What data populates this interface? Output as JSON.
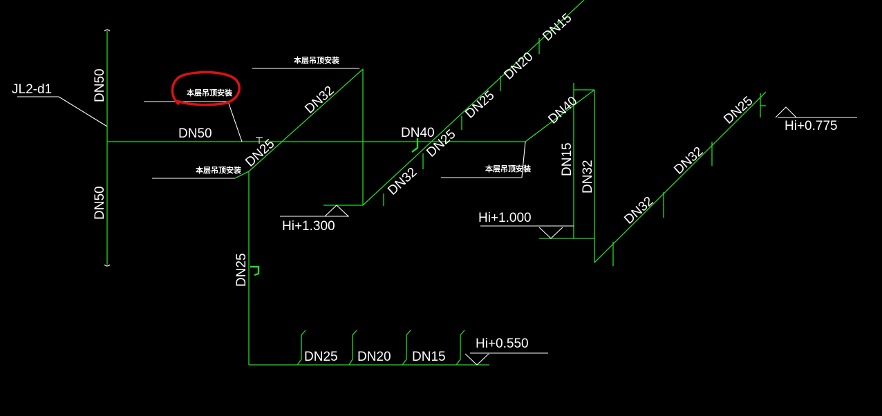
{
  "drawing": {
    "riser_id": "JL2-d1",
    "note_label": "本层吊顶安装",
    "pipe_sizes": {
      "dn50": "DN50",
      "dn40": "DN40",
      "dn32": "DN32",
      "dn25": "DN25",
      "dn20": "DN20",
      "dn15": "DN15"
    },
    "elevations": {
      "e1300": "Hi+1.300",
      "e1000": "Hi+1.000",
      "e0775": "Hi+0.775",
      "e0550": "Hi+0.550"
    },
    "colors": {
      "background": "#000000",
      "pipe": "#22dd22",
      "text": "#ffffff",
      "highlight_circle": "#dd1111"
    }
  }
}
